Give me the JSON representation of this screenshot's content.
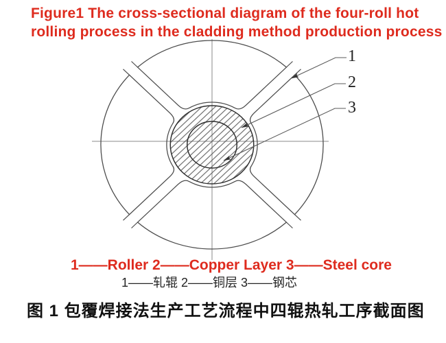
{
  "figure": {
    "title_line1": "Figure1 The cross-sectional diagram of the four-roll hot",
    "title_line2": "rolling process in the cladding method production process"
  },
  "diagram": {
    "label_1": "1",
    "label_2": "2",
    "label_3": "3"
  },
  "legend": {
    "english": "1——Roller 2——Copper Layer 3——Steel core",
    "chinese": "1——轧辊  2——铜层  3——钢芯"
  },
  "caption": "图 1  包覆焊接法生产工艺流程中四辊热轧工序截面图",
  "colors": {
    "accent_red": "#de2b1e",
    "ink": "#1c1c1c",
    "drawing_line": "#4b4b4b",
    "centerline_gray": "#8a8a8a"
  }
}
